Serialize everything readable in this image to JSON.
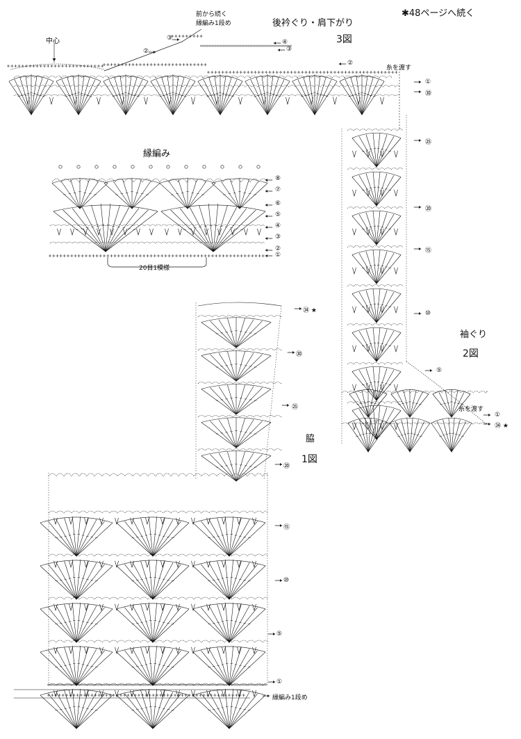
{
  "header": {
    "continue_note": "✱48ページへ続く",
    "back_neck_title": "後衿ぐり・肩下がり",
    "fig3": "3図",
    "center": "中心",
    "from_front_1": "前から続く",
    "from_front_2": "縁編み1段め"
  },
  "edging": {
    "title": "縁編み",
    "repeat": "20目1模様",
    "rows": [
      "⑧",
      "⑦",
      "⑥",
      "⑤",
      "④",
      "③",
      "②",
      "①"
    ]
  },
  "fig3_rows": {
    "r3": "③",
    "r2": "②",
    "r4": "④",
    "r3b": "③",
    "r2b": "②",
    "cut_yarn": "糸を渡す",
    "r1": "①",
    "r30": "㉚"
  },
  "armhole": {
    "title": "袖ぐり",
    "fig2": "2図",
    "rows": [
      "㉕",
      "⑳",
      "⑮",
      "⑩",
      "⑤"
    ],
    "cut_yarn": "糸を渡す",
    "r1": "①",
    "r34": "㉞ ★"
  },
  "side": {
    "title": "脇",
    "fig1": "1図",
    "rows": [
      "㉞ ★",
      "㉚",
      "㉕",
      "⑳",
      "⑮",
      "⑩",
      "⑤",
      "①"
    ],
    "bottom": "縁編み1段め"
  },
  "colors": {
    "ink": "#111111",
    "paper": "#ffffff"
  }
}
